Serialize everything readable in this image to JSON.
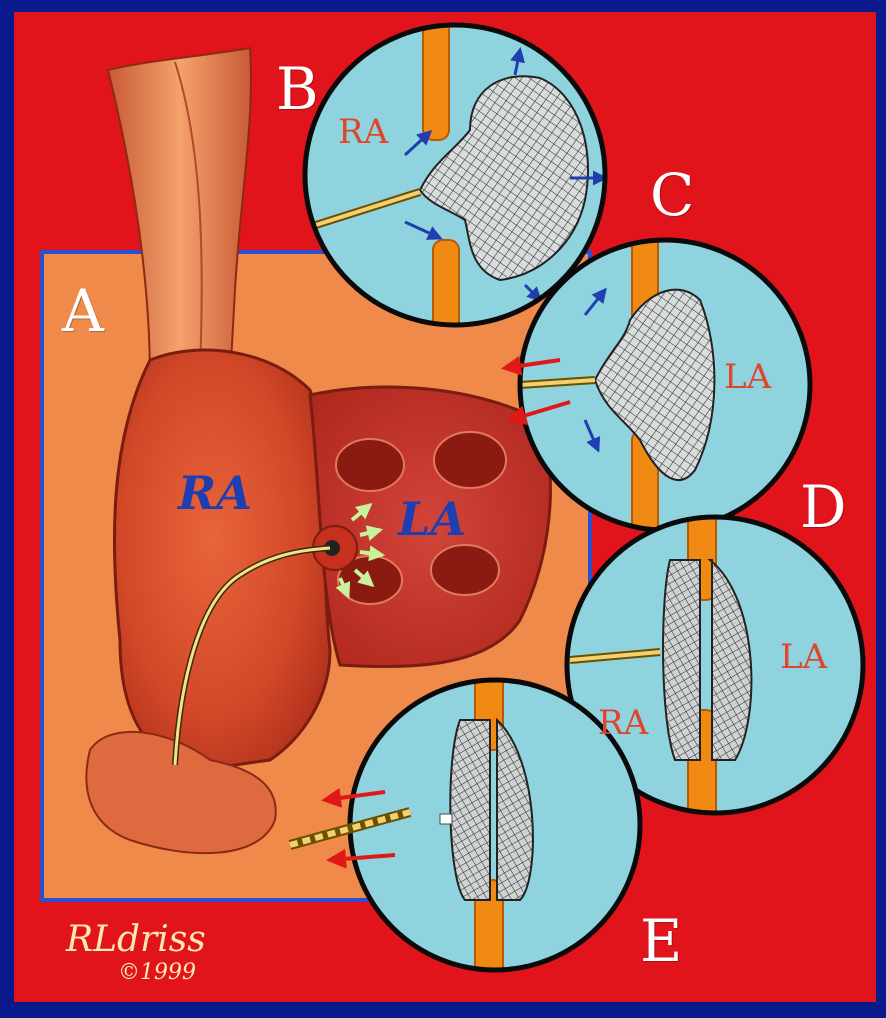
{
  "colors": {
    "frame": "#0a1a8c",
    "background": "#e2141b",
    "panel_a": "#f08a4a",
    "inset_fill": "#8fd3df",
    "septum": "#f08a12",
    "chamber_label_main": "#1f3fb0",
    "chamber_label_inset": "#e0452a",
    "flow_arrow_blue": "#1f3fb0",
    "flow_arrow_red": "#e01818"
  },
  "panels": {
    "a": {
      "letter": "A",
      "ra_label": "RA",
      "la_label": "LA"
    },
    "b": {
      "letter": "B",
      "ra_label": "RA"
    },
    "c": {
      "letter": "C",
      "la_label": "LA"
    },
    "d": {
      "letter": "D",
      "la_label": "LA",
      "ra_label": "RA"
    },
    "e": {
      "letter": "E"
    }
  },
  "signature": {
    "name": "RLdriss",
    "year": "©1999"
  }
}
